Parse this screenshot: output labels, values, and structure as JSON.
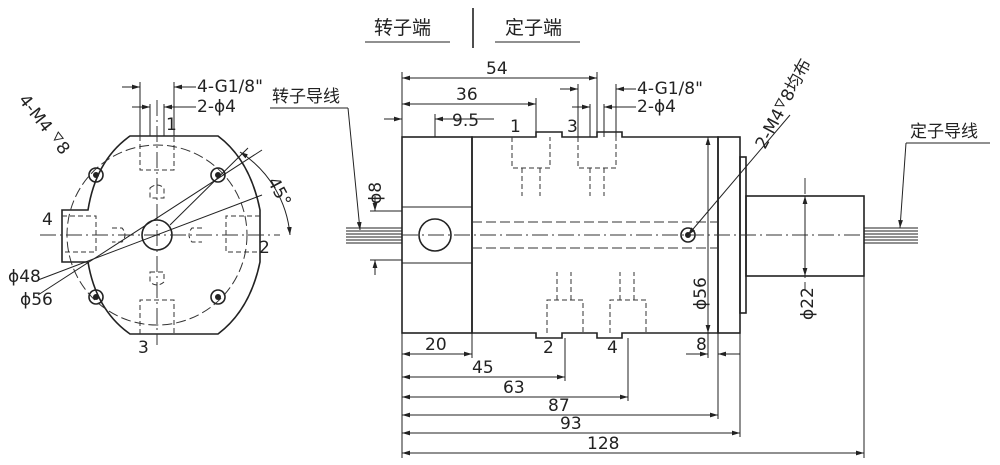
{
  "header": {
    "rotor_end": "转子端",
    "stator_end": "定子端"
  },
  "end_view": {
    "mount_holes": "4-M4",
    "mount_depth": "8",
    "port_spec": "4-G1/8\"",
    "port_dia": "2-ϕ4",
    "angle": "45°",
    "dia_48": "ϕ48",
    "dia_56": "ϕ56",
    "port_labels": [
      "1",
      "2",
      "3",
      "4"
    ]
  },
  "side_view": {
    "rotor_lead": "转子导线",
    "stator_lead": "定子导线",
    "dim_54": "54",
    "dim_36": "36",
    "dim_9_5": "9.5",
    "port_spec": "4-G1/8\"",
    "port_dia": "2-ϕ4",
    "holes_spec": "2-M4",
    "holes_depth": "8均布",
    "dia_8": "ϕ8",
    "dia_56": "ϕ56",
    "dia_22": "ϕ22",
    "dim_8": "8",
    "dim_20": "20",
    "dim_45": "45",
    "dim_63": "63",
    "dim_87": "87",
    "dim_93": "93",
    "dim_128": "128",
    "port_labels": [
      "1",
      "3",
      "2",
      "4"
    ]
  },
  "icons": {
    "depth_symbol": "depth-symbol-icon",
    "diameter_symbol": "diameter-symbol-icon"
  }
}
